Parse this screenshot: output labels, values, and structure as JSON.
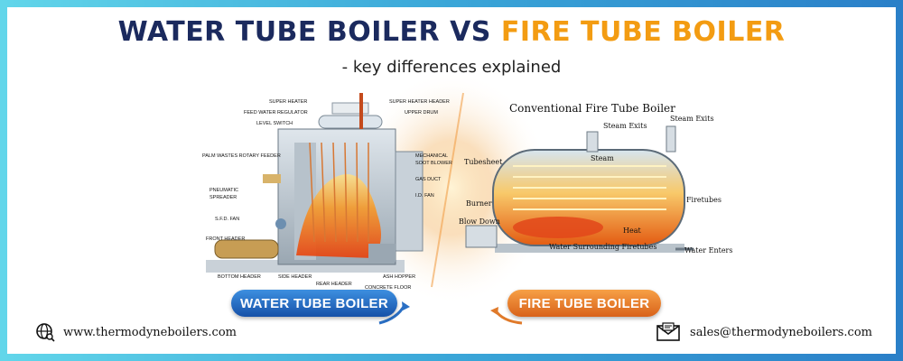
{
  "header": {
    "title_left": "WATER TUBE BOILER",
    "title_vs": "VS",
    "title_right": "FIRE TUBE BOILER",
    "subtitle": "-   key differences explained"
  },
  "water_tube": {
    "labels": {
      "super_heater": "SUPER HEATER",
      "feed_water_regulator": "FEED WATER REGULATOR",
      "level_switch": "LEVEL SWITCH",
      "super_heater_header": "SUPER HEATER HEADER",
      "upper_drum": "UPPER DRUM",
      "palm_wastes_rotary_feeder": "PALM WASTES ROTARY FEEDER",
      "mechanical_soot_blower_1": "MECHANICAL",
      "mechanical_soot_blower_2": "SOOT BLOWER",
      "gas_duct": "GAS DUCT",
      "pneumatic_spreader_1": "PNEUMATIC",
      "pneumatic_spreader_2": "SPREADER",
      "id_fan": "I.D. FAN",
      "sfd_fan": "S.F.D. FAN",
      "front_header": "FRONT HEADER",
      "bottom_header": "BOTTOM HEADER",
      "side_header": "SIDE HEADER",
      "rear_header": "REAR HEADER",
      "ash_hopper": "ASH HOPPER",
      "concrete_floor": "CONCRETE FLOOR"
    },
    "button_label": "WATER TUBE BOILER"
  },
  "fire_tube": {
    "heading": "Conventional Fire Tube Boiler",
    "labels": {
      "steam_exits_1": "Steam Exits",
      "steam_exits_2": "Steam Exits",
      "tubesheet": "Tubesheet",
      "steam": "Steam",
      "burner": "Burner",
      "firetubes": "Firetubes",
      "blow_down": "Blow Down",
      "heat": "Heat",
      "water_surrounding": "Water Surrounding Firetubes",
      "water_enters": "Water Enters"
    },
    "button_label": "FIRE TUBE BOILER"
  },
  "footer": {
    "website": "www.thermodyneboilers.com",
    "email": "sales@thermodyneboilers.com"
  },
  "colors": {
    "navy": "#1b2a5e",
    "orange": "#f39c12",
    "blue_pill": "#1651a8",
    "orange_pill": "#d9621a"
  }
}
